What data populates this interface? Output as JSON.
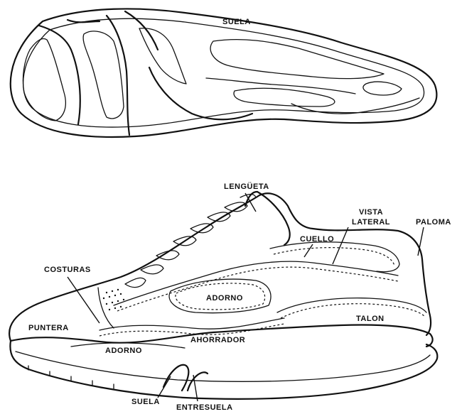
{
  "labels": {
    "suela_top": "SUELA",
    "lengueta": "LENGÜETA",
    "vista_lateral_1": "VISTA",
    "vista_lateral_2": "LATERAL",
    "paloma": "PALOMA",
    "cuello": "CUELLO",
    "costuras": "COSTURAS",
    "adorno_upper": "ADORNO",
    "talon": "TALON",
    "puntera": "PUNTERA",
    "ahorrador": "AHORRADOR",
    "adorno_lower": "ADORNO",
    "suela_bottom": "SUELA",
    "entresuela": "ENTRESUELA"
  }
}
